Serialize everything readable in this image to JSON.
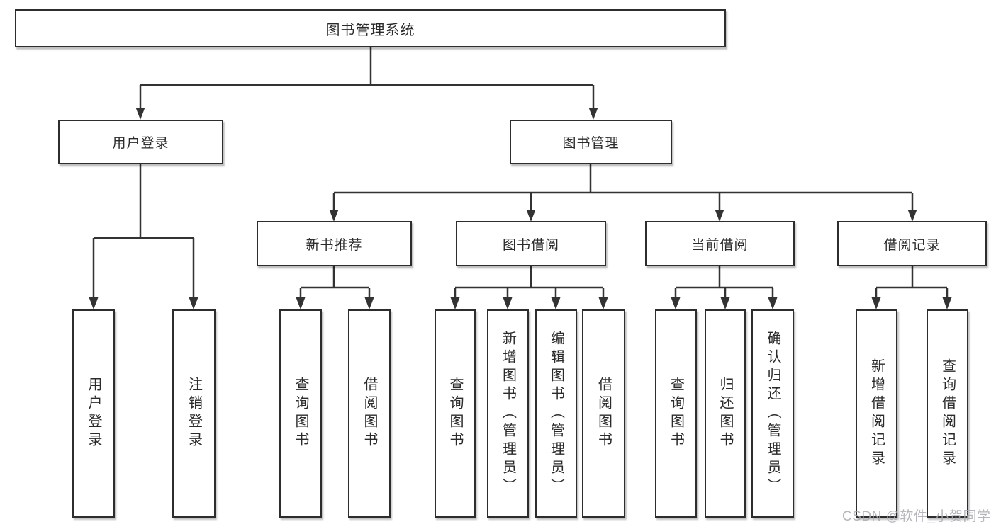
{
  "diagram": {
    "root": "图书管理系统",
    "level2": [
      "用户登录",
      "图书管理"
    ],
    "level3": [
      "新书推荐",
      "图书借阅",
      "当前借阅",
      "借阅记录"
    ],
    "leaves": [
      "用户登录",
      "注销登录",
      "查询图书",
      "借阅图书",
      "查询图书",
      "新增图书（管理员）",
      "编辑图书（管理员）",
      "借阅图书",
      "查询图书",
      "归还图书",
      "确认归还（管理员）",
      "新增借阅记录",
      "查询借阅记录"
    ]
  },
  "watermark": "CSDN @软件_小贺同学",
  "colors": {
    "line": "#333333",
    "box_border": "#2d2d2d",
    "text": "#2b2b2b",
    "watermark": "#a9a9b0",
    "background": "#ffffff"
  }
}
